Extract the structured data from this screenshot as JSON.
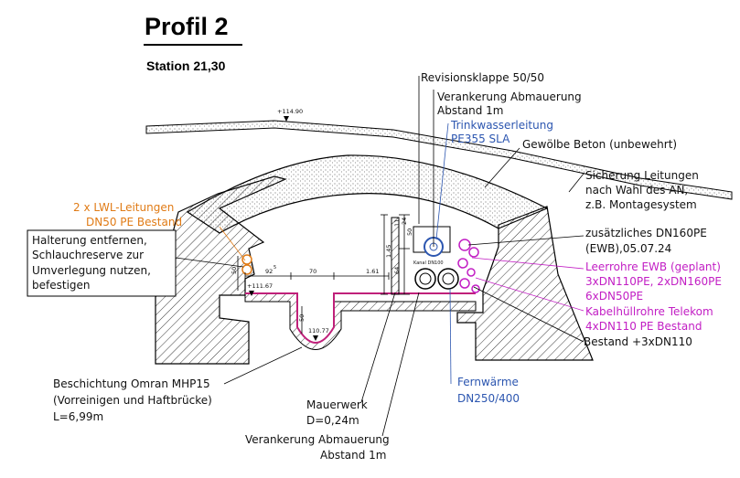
{
  "header": {
    "title": "Profil 2",
    "station": "Station 21,30"
  },
  "colors": {
    "orange": "#e07b16",
    "blue": "#2c56b0",
    "magenta": "#c21ec4",
    "pipe": "#c0207a"
  },
  "dimensions": {
    "elev_top": "+114.90",
    "elev_left": "+111.67",
    "elev_bottom": "110.77",
    "d_92": "92",
    "d_92_sup": "5",
    "d_70": "70",
    "d_161": "1.61",
    "d_50_side": "50",
    "d_50_bottom": "50",
    "d_145": "1.45",
    "d_64": "64",
    "d_50_vert": "50",
    "d_11": "11",
    "d_24": "24",
    "kanal_label": "Kanal DN100"
  },
  "labels": {
    "revision": "Revisionsklappe 50/50",
    "verankerung_top_1": "Verankerung Abmauerung",
    "verankerung_top_2": "Abstand 1m",
    "trinkwasser_1": "Trinkwasserleitung",
    "trinkwasser_2": "PE355 SLA",
    "gewoelbe": "Gewölbe Beton (unbewehrt)",
    "sicherung_1": "Sicherung Leitungen",
    "sicherung_2": "nach Wahl des AN,",
    "sicherung_3": "z.B. Montagesystem",
    "zusaetzlich_1": "zusätzliches DN160PE",
    "zusaetzlich_2": "(EWB),05.07.24",
    "leerrohre_1": "Leerrohre EWB (geplant)",
    "leerrohre_2": "3xDN110PE, 2xDN160PE",
    "leerrohre_3": "6xDN50PE",
    "kabel_1": "Kabelhüllrohre Telekom",
    "kabel_2": "4xDN110 PE Bestand",
    "bestand": "Bestand +3xDN110",
    "lwl_1": "2 x LWL-Leitungen",
    "lwl_2": "DN50 PE Bestand",
    "halterung_1": "Halterung entfernen,",
    "halterung_2": "Schlauchreserve zur",
    "halterung_3": "Umverlegung nutzen,",
    "halterung_4": "befestigen",
    "beschichtung_1": "Beschichtung Omran MHP15",
    "beschichtung_2": "(Vorreinigen und Haftbrücke)",
    "beschichtung_3": "L=6,99m",
    "mauerwerk_1": "Mauerwerk",
    "mauerwerk_2": "D=0,24m",
    "verankerung_bot_1": "Verankerung Abmauerung",
    "verankerung_bot_2": "Abstand 1m",
    "fernwaerme_1": "Fernwärme",
    "fernwaerme_2": "DN250/400"
  }
}
